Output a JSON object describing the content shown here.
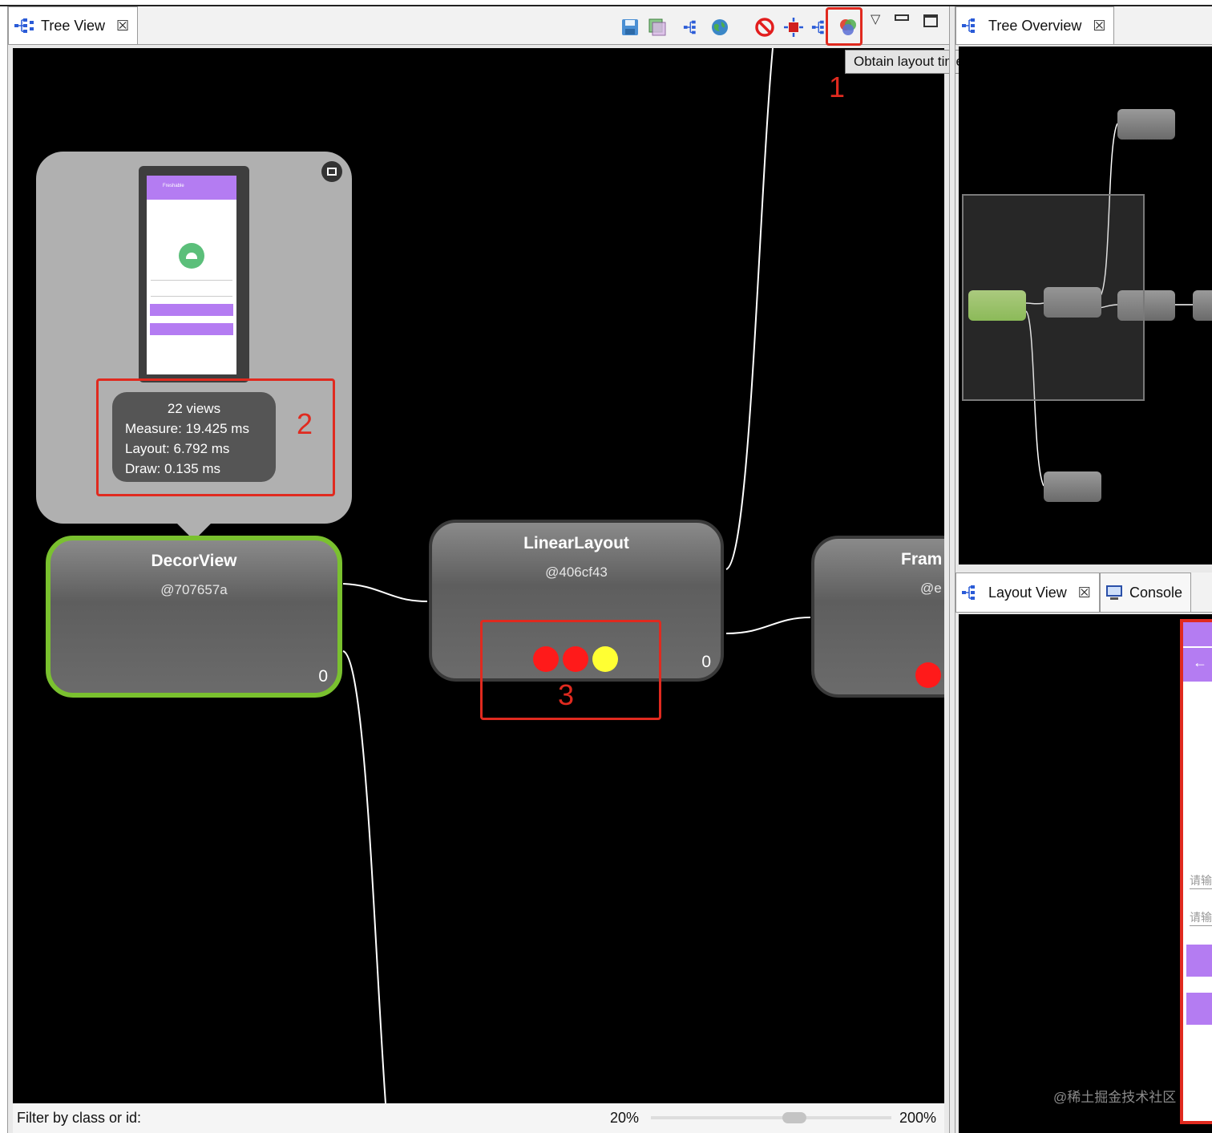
{
  "tree_view": {
    "tab_label": "Tree View",
    "filter_label": "Filter by class or id:",
    "zoom_min": "20%",
    "zoom_max": "200%",
    "tooltip": "Obtain layout times for tree rooted at selected node"
  },
  "preview": {
    "app_title": "Freshable",
    "views": "22 views",
    "measure": "Measure: 19.425 ms",
    "layout": "Layout: 6.792 ms",
    "draw": "Draw: 0.135 ms"
  },
  "nodes": [
    {
      "class": "DecorView",
      "hash": "@707657a",
      "count": "0"
    },
    {
      "class": "LinearLayout",
      "hash": "@406cf43",
      "count": "0"
    },
    {
      "class": "Fram",
      "hash": "@e"
    }
  ],
  "annotations": [
    "1",
    "2",
    "3"
  ],
  "tree_overview": {
    "tab_label": "Tree Overview"
  },
  "layout_view": {
    "tab_label": "Layout View",
    "console_label": "Console",
    "hint_1": "请输",
    "hint_2": "请输",
    "watermark": "@稀土掘金技术社区"
  },
  "colors": {
    "selected_border": "#7ac12f",
    "annotation_red": "#e02a1f",
    "indicator_red": "#ff1a1a",
    "indicator_yellow": "#ffff33",
    "accent_purple": "#b47cf2"
  }
}
